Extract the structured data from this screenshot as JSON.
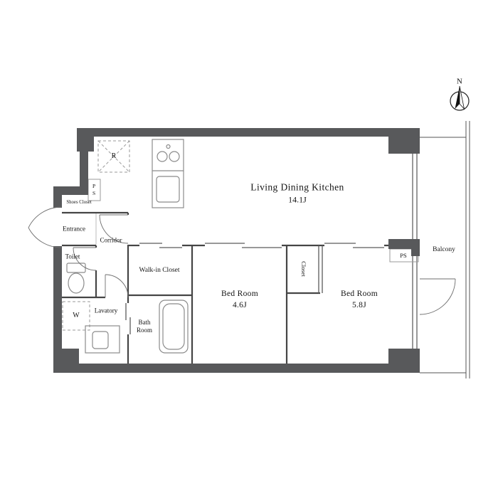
{
  "plan": {
    "rooms": {
      "ldk": {
        "name": "Living Dining Kitchen",
        "size": "14.1J"
      },
      "bedroom_a": {
        "name": "Bed Room",
        "size": "4.6J"
      },
      "bedroom_b": {
        "name": "Bed Room",
        "size": "5.8J"
      },
      "walk_in_closet": "Walk-in Closet",
      "closet": "Closet",
      "entrance": "Entrance",
      "shoes_closet": "Shoes Closet",
      "corridor": "Corridor",
      "toilet": "Toilet",
      "lavatory": "Lavatory",
      "bath_room": "Bath Room",
      "balcony": "Balcony"
    },
    "markers": {
      "refrigerator": "R",
      "washing_machine": "W",
      "pipe_space_entrance": "PS",
      "pipe_space_balcony": "PS",
      "north": "N"
    },
    "colors": {
      "wall": "#58595b",
      "thin_line": "#454545",
      "fixture_line": "#8b8b8b",
      "text": "#141414"
    }
  }
}
